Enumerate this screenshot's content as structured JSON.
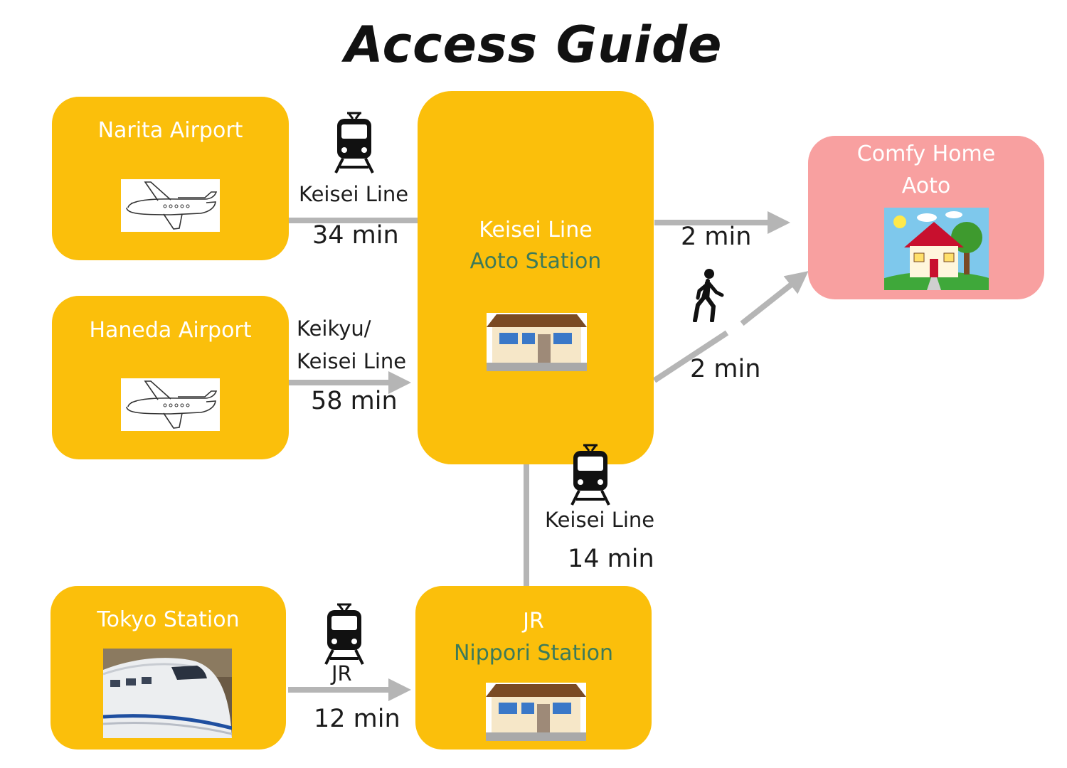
{
  "title": "Access Guide",
  "nodes": {
    "narita": {
      "label": "Narita Airport"
    },
    "haneda": {
      "label": "Haneda Airport"
    },
    "tokyo": {
      "label": "Tokyo Station"
    },
    "aoto": {
      "line": "Keisei Line",
      "name": "Aoto Station"
    },
    "nippori": {
      "line": "JR",
      "name": "Nippori Station"
    },
    "home": {
      "line1": "Comfy Home",
      "line2": "Aoto"
    }
  },
  "edges": {
    "narita_aoto": {
      "line": "Keisei Line",
      "time": "34 min"
    },
    "haneda_aoto": {
      "line1": "Keikyu/",
      "line2": "Keisei Line",
      "time": "58 min"
    },
    "tokyo_nippori": {
      "line": "JR",
      "time": "12 min"
    },
    "nippori_aoto": {
      "line": "Keisei Line",
      "time": "14 min"
    },
    "aoto_home_top": {
      "time": "2 min"
    },
    "aoto_home_bottom": {
      "time": "2 min"
    }
  },
  "colors": {
    "node": "#FBBF0B",
    "home": "#F8A0A0",
    "arrow": "#B5B5B5",
    "station_name": "#3C7A5A"
  },
  "icons": [
    "train-icon",
    "walking-person-icon",
    "airplane-icon",
    "station-building-icon",
    "house-icon",
    "bullet-train-icon"
  ]
}
